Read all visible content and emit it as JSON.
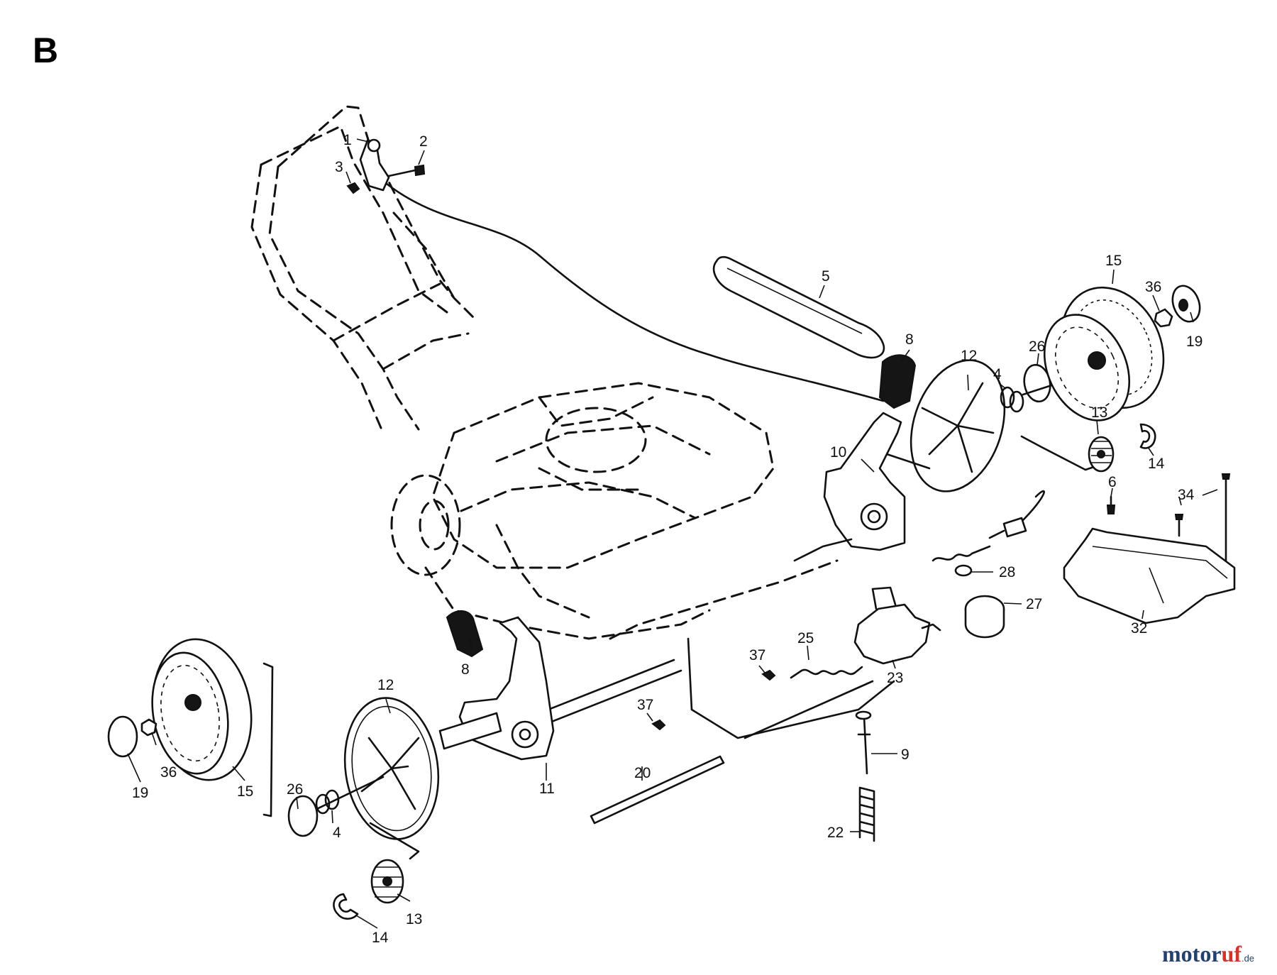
{
  "section_letter": "B",
  "watermark": {
    "part1": "motor",
    "part2": "uf",
    "suffix": ".de"
  },
  "labels": {
    "l1": "1",
    "l2": "2",
    "l3": "3",
    "l5": "5",
    "l8a": "8",
    "l8b": "8",
    "l10": "10",
    "l12a": "12",
    "l12b": "12",
    "l4a": "4",
    "l4b": "4",
    "l26a": "26",
    "l26b": "26",
    "l15a": "15",
    "l15b": "15",
    "l36a": "36",
    "l36b": "36",
    "l19a": "19",
    "l19b": "19",
    "l13a": "13",
    "l13b": "13",
    "l14a": "14",
    "l14b": "14",
    "l6": "6",
    "l34": "34",
    "l32": "32",
    "l28": "28",
    "l27": "27",
    "l23": "23",
    "l25": "25",
    "l37a": "37",
    "l37b": "37",
    "l9": "9",
    "l22": "22",
    "l20": "20",
    "l11": "11"
  }
}
